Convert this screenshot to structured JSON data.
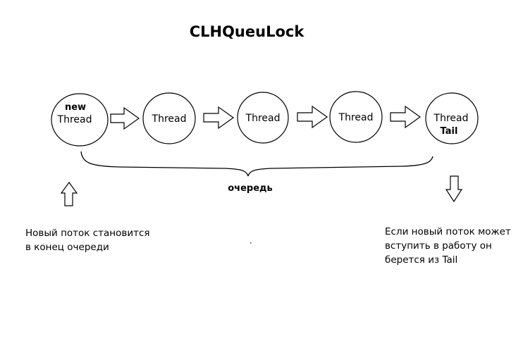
{
  "title": "CLHQueuLock",
  "nodes": [
    {
      "top": "new",
      "main": "Thread",
      "bottom": ""
    },
    {
      "top": "",
      "main": "Thread",
      "bottom": ""
    },
    {
      "top": "",
      "main": "Thread",
      "bottom": ""
    },
    {
      "top": "",
      "main": "Thread",
      "bottom": ""
    },
    {
      "top": "",
      "main": "Thread",
      "bottom": "Tail"
    }
  ],
  "queue_label": "очередь",
  "notes": {
    "left": [
      "Новый поток становится",
      "в конец очереди"
    ],
    "right": [
      "Если новый поток может",
      "вступить в работу он",
      "берется из Tail"
    ]
  }
}
